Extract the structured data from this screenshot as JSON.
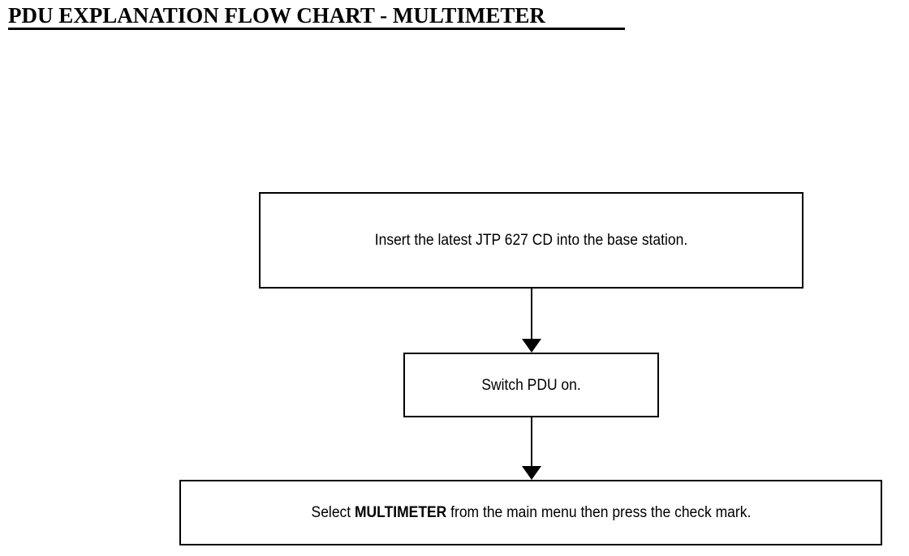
{
  "page": {
    "title": "PDU EXPLANATION FLOW CHART - MULTIMETER",
    "background_color": "#ffffff",
    "line_color": "#000000"
  },
  "flowchart": {
    "nodes": [
      {
        "id": "node-1",
        "shape": "rectangle",
        "text": "Insert the latest JTP 627 CD into the base station."
      },
      {
        "id": "node-2",
        "shape": "rectangle",
        "text": "Switch PDU on."
      },
      {
        "id": "node-3",
        "shape": "rectangle",
        "text_before_bold": "Select ",
        "text_bold": "MULTIMETER",
        "text_after_bold": " from the main menu then press the check mark."
      }
    ],
    "connectors": [
      {
        "id": "connector-1",
        "from": "node-1",
        "to": "node-2",
        "direction": "down",
        "arrowhead": "filled-triangle"
      },
      {
        "id": "connector-2",
        "from": "node-2",
        "to": "node-3",
        "direction": "down",
        "arrowhead": "filled-triangle"
      }
    ]
  }
}
